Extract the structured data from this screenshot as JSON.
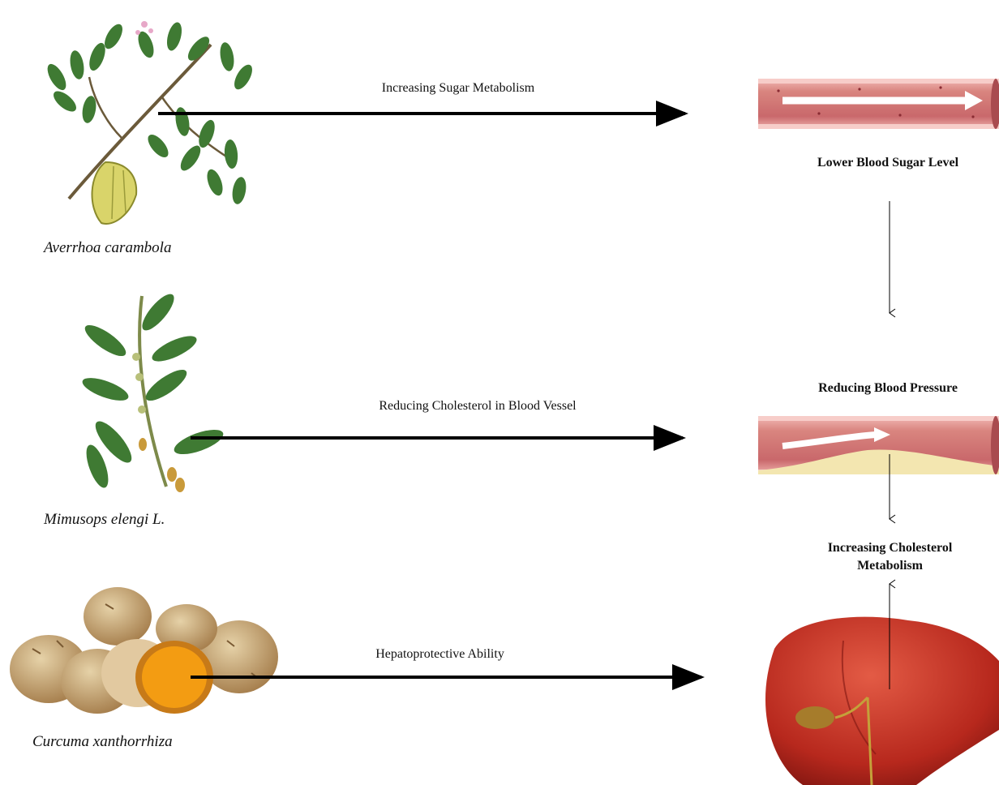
{
  "plants": [
    {
      "species": "Averrhoa carambola",
      "effect": "Increasing Sugar Metabolism",
      "icon": "carambola-plant-illustration"
    },
    {
      "species": "Mimusops elengi L.",
      "effect": "Reducing Cholesterol in Blood Vessel",
      "icon": "mimusops-plant-illustration"
    },
    {
      "species": "Curcuma xanthorrhiza",
      "effect": "Hepatoprotective Ability",
      "icon": "curcuma-rhizome-illustration"
    }
  ],
  "outcomes": {
    "blood_sugar": "Lower Blood Sugar Level",
    "blood_pressure": "Reducing Blood Pressure",
    "cholesterol": "Increasing Cholesterol Metabolism"
  },
  "icons": {
    "healthy_vessel": "healthy-blood-vessel-illustration",
    "clogged_vessel": "clogged-blood-vessel-illustration",
    "liver": "liver-illustration"
  },
  "colors": {
    "vessel_wall": "#e8a0a0",
    "vessel_inner": "#c96a6e",
    "plaque": "#f3e6b0",
    "liver": "#c0392b",
    "leaf": "#3f7a33",
    "turmeric": "#f39c12"
  }
}
